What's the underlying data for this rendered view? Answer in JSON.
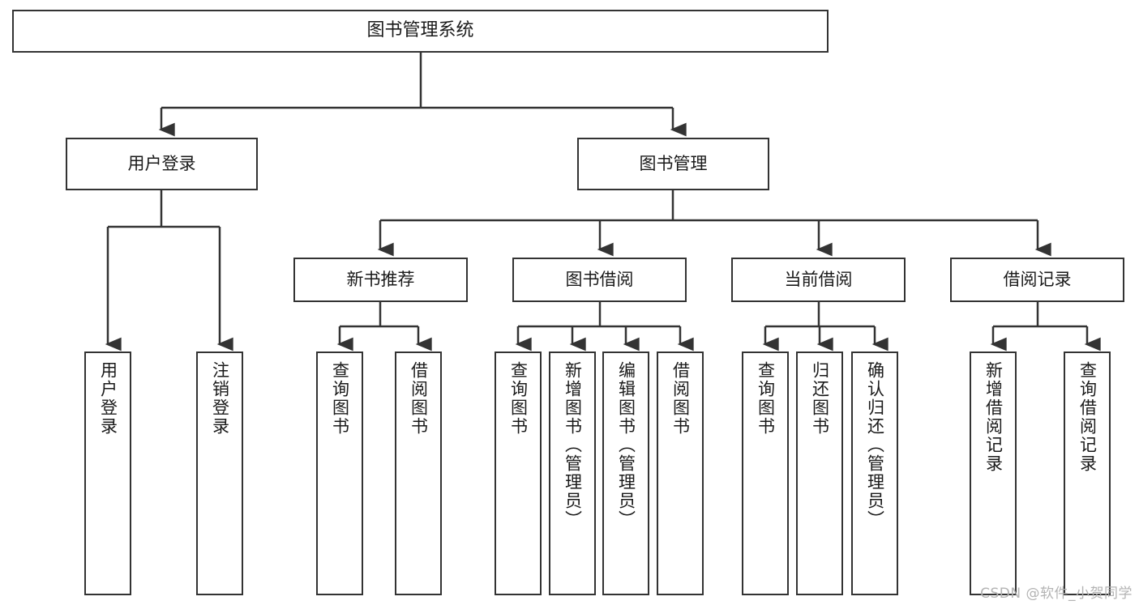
{
  "diagram": {
    "title": "图书管理系统",
    "watermark": "CSDN @软件_小贺同学",
    "accent_color": "#333333",
    "background_color": "#ffffff",
    "nodes": {
      "root": {
        "label": "图书管理系统"
      },
      "level2": {
        "user_login": {
          "label": "用户登录"
        },
        "book_manage": {
          "label": "图书管理"
        }
      },
      "level3": {
        "new_book_recommend": {
          "label": "新书推荐"
        },
        "book_borrow": {
          "label": "图书借阅"
        },
        "current_borrow": {
          "label": "当前借阅"
        },
        "borrow_record": {
          "label": "借阅记录"
        }
      },
      "leaves": {
        "user_login_1": {
          "label": "用户登录"
        },
        "user_login_2": {
          "label": "注销登录"
        },
        "recommend_1": {
          "label": "查询图书"
        },
        "recommend_2": {
          "label": "借阅图书"
        },
        "borrow_1": {
          "label": "查询图书"
        },
        "borrow_2": {
          "label": "新增图书（管理员）"
        },
        "borrow_3": {
          "label": "编辑图书（管理员）"
        },
        "borrow_4": {
          "label": "借阅图书"
        },
        "current_1": {
          "label": "查询图书"
        },
        "current_2": {
          "label": "归还图书"
        },
        "current_3": {
          "label": "确认归还（管理员）"
        },
        "record_1": {
          "label": "新增借阅记录"
        },
        "record_2": {
          "label": "查询借阅记录"
        }
      }
    }
  }
}
